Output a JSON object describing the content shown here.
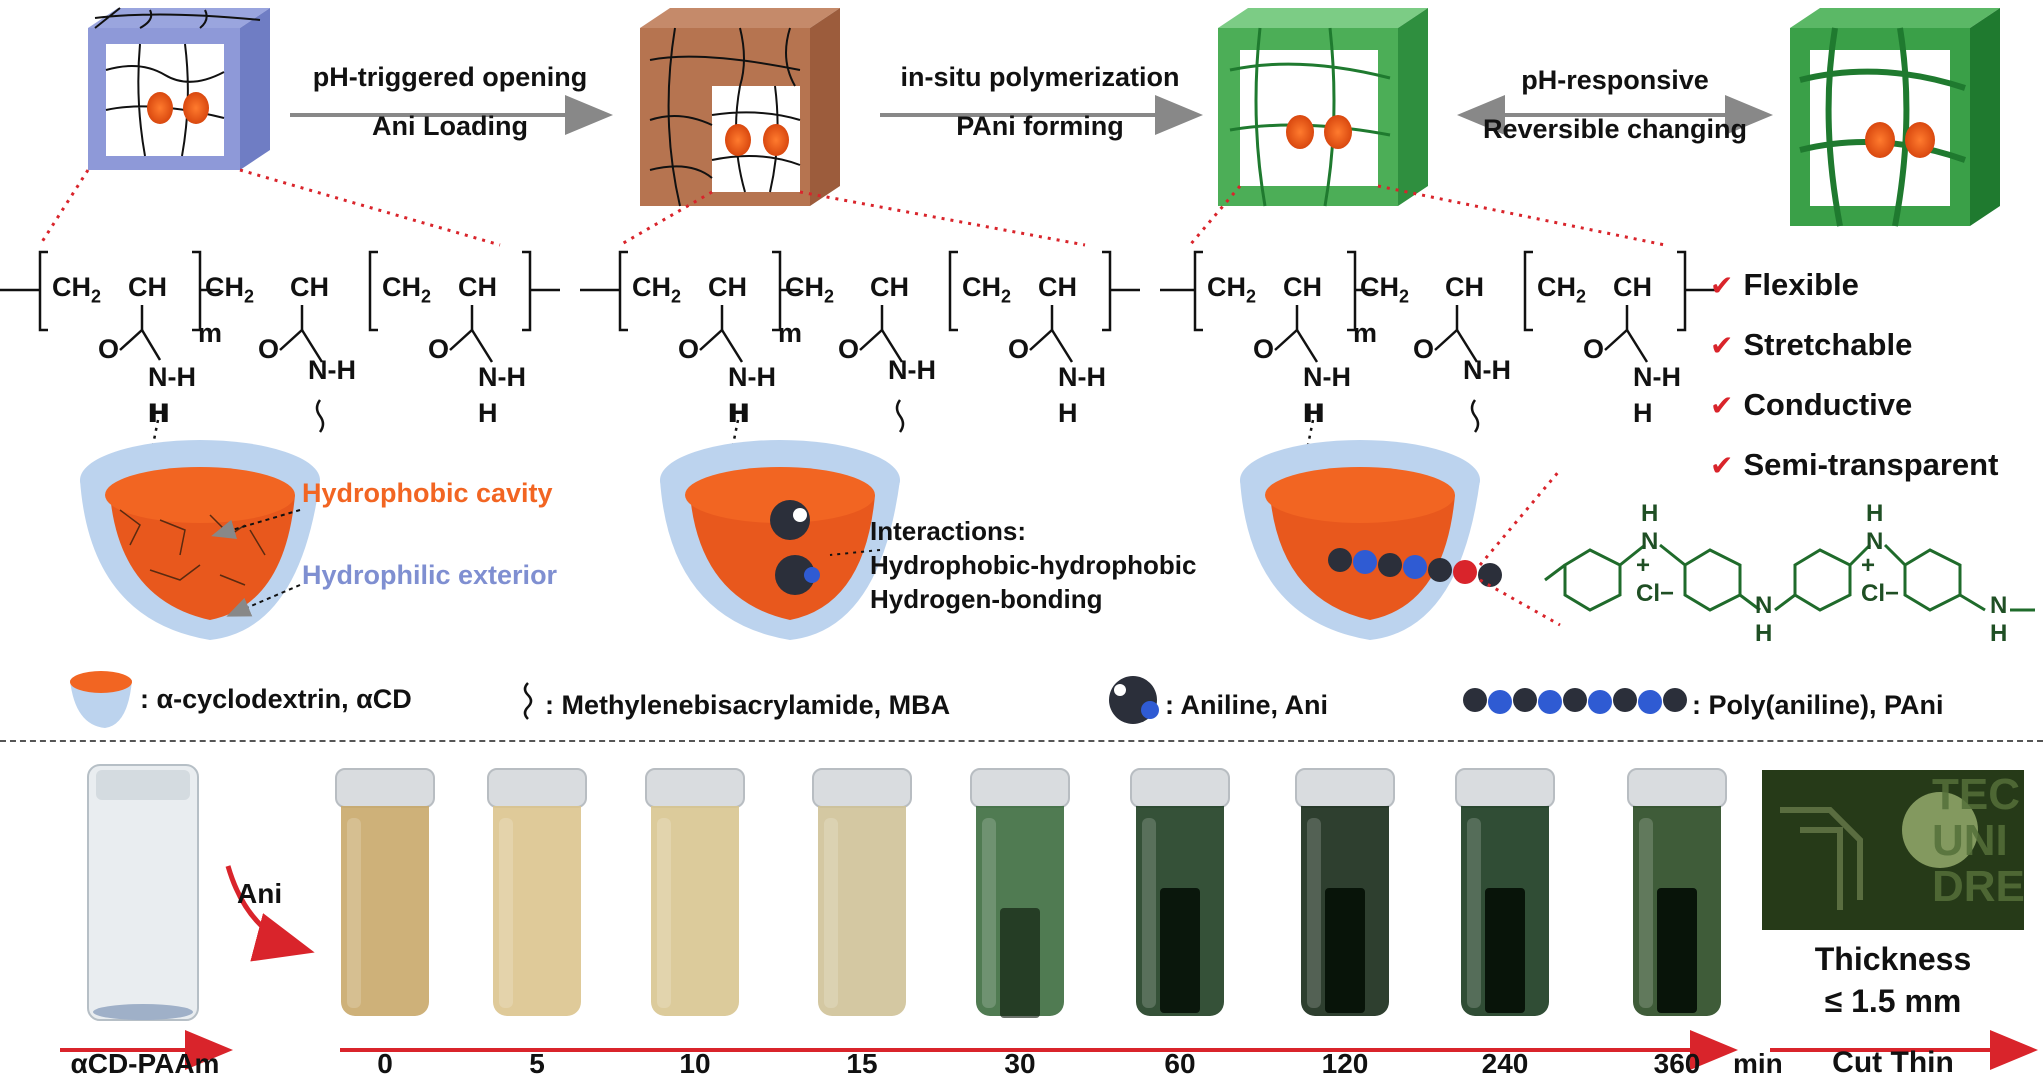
{
  "steps": [
    {
      "top": "pH-triggered opening",
      "bottom": "Ani Loading"
    },
    {
      "top": "in-situ polymerization",
      "bottom": "PAni forming"
    },
    {
      "top": "pH-responsive",
      "bottom": "Reversible changing"
    }
  ],
  "chem": {
    "ch2": "CH",
    "ch": "CH",
    "sub2": "2",
    "m": "m",
    "o": "O",
    "nh": "N-H",
    "h": "H"
  },
  "cavity": {
    "hydrophobic": "Hydrophobic cavity",
    "hydrophilic": "Hydrophilic exterior"
  },
  "interactions": {
    "title": "Interactions:",
    "line1": "Hydrophobic-hydrophobic",
    "line2": "Hydrogen-bonding"
  },
  "pani": {
    "h": "H",
    "n": "N",
    "plus": "+",
    "cl": "Cl",
    "minus": "−"
  },
  "properties": [
    "Flexible",
    "Stretchable",
    "Conductive",
    "Semi-transparent"
  ],
  "legend": {
    "cd": ": α-cyclodextrin, αCD",
    "mba": ": Methylenebisacrylamide, MBA",
    "ani": ": Aniline, Ani",
    "pani": ": Poly(aniline), PAni"
  },
  "bottom": {
    "start": "αCD-PAAm",
    "ani": "Ani",
    "times": [
      "0",
      "5",
      "10",
      "15",
      "30",
      "60",
      "120",
      "240",
      "360"
    ],
    "unit": "min",
    "thickness1": "Thickness",
    "thickness2": "≤ 1.5 mm",
    "cut": "Cut Thin",
    "film_text": [
      "TEC",
      "UNI",
      "DRE"
    ]
  },
  "colors": {
    "red": "#d9242b",
    "orange": "#f26522",
    "blue": "#7f8fd1",
    "green": "#2e8b3e",
    "arrow": "#888888"
  }
}
